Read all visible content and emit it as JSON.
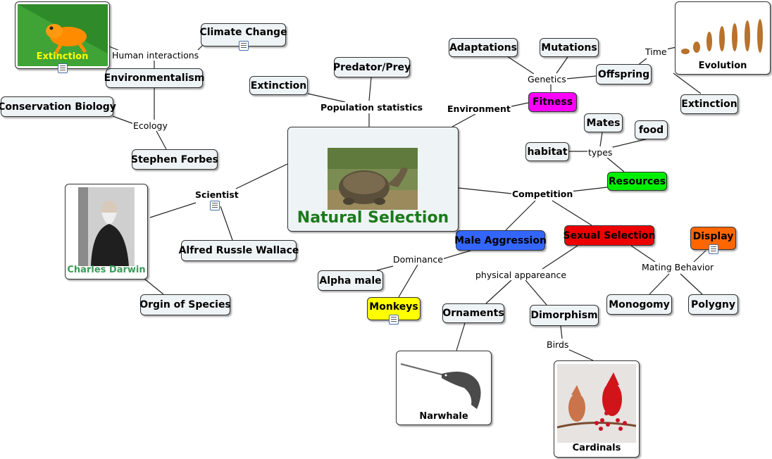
{
  "center": {
    "title": "Natural Selection",
    "title_color": "#1a7a1a"
  },
  "nodes": {
    "climate_change": "Climate Change",
    "environmentalism": "Environmentalism",
    "conservation_biology": "Conservation Biology",
    "stephen_forbes": "Stephen Forbes",
    "alfred_wallace": "Alfred Russle Wallace",
    "origin_of_species": "Orgin of Species",
    "extinction_left": "Extinction",
    "predator_prey": "Predator/Prey",
    "adaptations": "Adaptations",
    "mutations": "Mutations",
    "offspring": "Offspring",
    "fitness": "Fitness",
    "extinction_right": "Extinction",
    "mates": "Mates",
    "food": "food",
    "habitat": "habitat",
    "resources": "Resources",
    "male_aggression": "Male Aggression",
    "sexual_selection": "Sexual Selection",
    "display": "Display",
    "alpha_male": "Alpha male",
    "monkeys": "Monkeys",
    "ornaments": "Ornaments",
    "dimorphism": "Dimorphism",
    "monogomy": "Monogomy",
    "polygny": "Polygny"
  },
  "links": {
    "human_interactions": "Human interactions",
    "ecology": "Ecology",
    "scientist": "Scientist",
    "population_statistics": "Population statistics",
    "environment": "Environment",
    "genetics": "Genetics",
    "time": "Time",
    "types": "types",
    "competition": "Competition",
    "dominance": "Dominance",
    "physical_appearance": "physical appareance",
    "mating_behavior": "Mating Behavior",
    "birds": "Birds"
  },
  "images": {
    "frog_caption": "Extinction",
    "darwin_caption": "Charles Darwin",
    "evolution_caption": "Evolution",
    "narwhale_caption": "Narwhale",
    "cardinals_caption": "Cardinals"
  },
  "colors": {
    "fitness": "#ff00ff",
    "resources": "#00ee00",
    "male_aggression": "#3366ff",
    "sexual_selection": "#ee0000",
    "display": "#ff6600",
    "monkeys": "#ffff00",
    "frog_caption": "#ffff00",
    "darwin_caption": "#3a9a5a"
  }
}
